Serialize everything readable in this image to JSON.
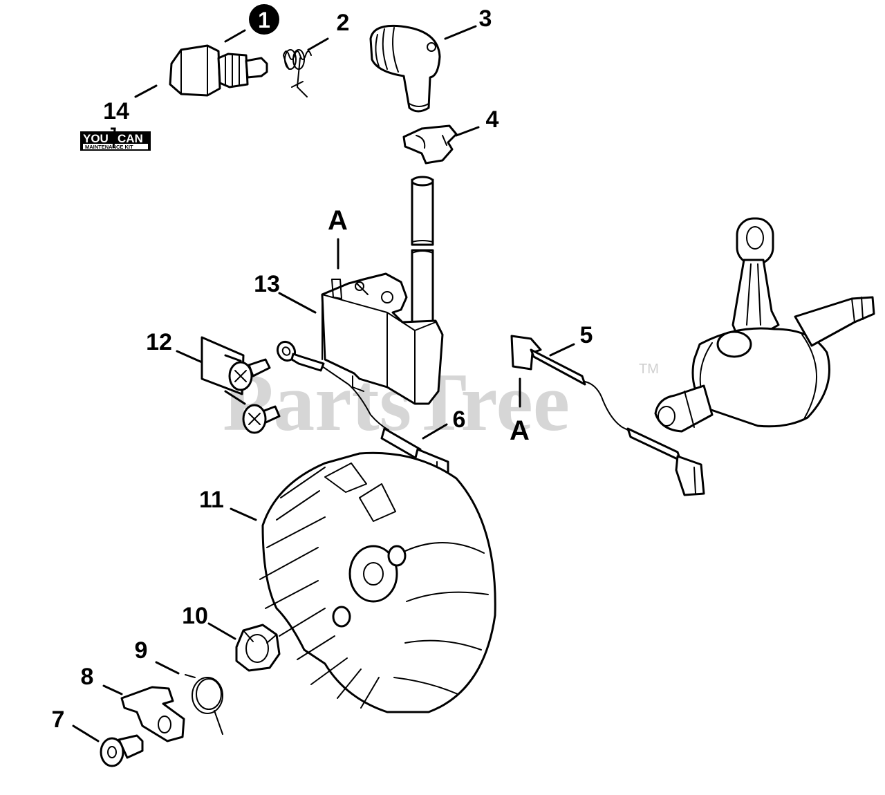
{
  "watermark": {
    "text": "PartsTree",
    "tm": "TM"
  },
  "badge": {
    "line1": "YOU",
    "line2": "CAN",
    "line3": "MAINTENANCE KIT"
  },
  "section_mark": "A",
  "callouts": {
    "c1": "1",
    "c2": "2",
    "c3": "3",
    "c4": "4",
    "c5": "5",
    "c6": "6",
    "c7": "7",
    "c8": "8",
    "c9": "9",
    "c10": "10",
    "c11": "11",
    "c12": "12",
    "c13": "13",
    "c14": "14"
  },
  "colors": {
    "ink": "#000000",
    "paper": "#ffffff",
    "watermark": "#cfcfcf"
  }
}
